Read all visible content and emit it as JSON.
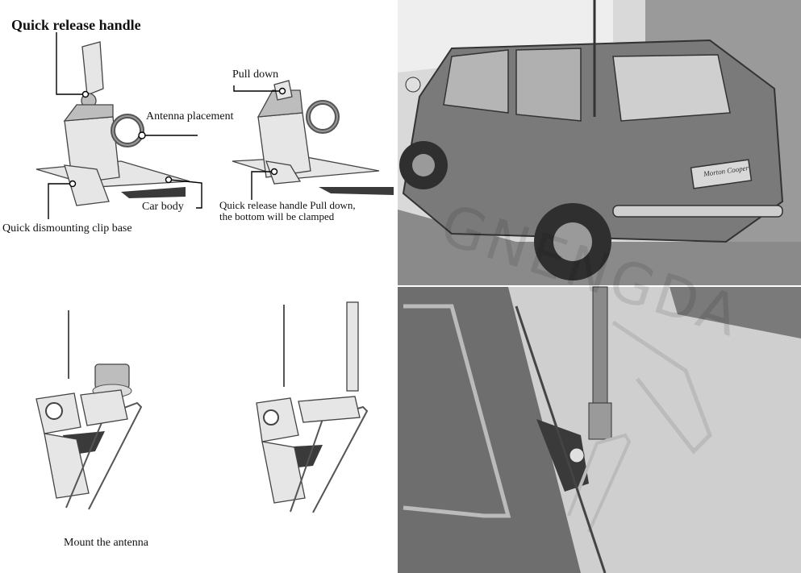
{
  "labels": {
    "quick_release_handle": "Quick release handle",
    "antenna_placement": "Antenna placement",
    "pull_down": "Pull down",
    "car_body": "Car body",
    "quick_release_pull_down_line1": "Quick release handle Pull down,",
    "quick_release_pull_down_line2": "the bottom will be clamped",
    "quick_dismounting_clip_base": "Quick dismounting clip base",
    "mount_the_antenna": "Mount the antenna"
  },
  "car_plate": "Morton Cooper",
  "watermark": "GNENGDA",
  "colors": {
    "ink": "#111111",
    "photo_dark": "#6e6e6e",
    "photo_light": "#d9d9d9"
  }
}
